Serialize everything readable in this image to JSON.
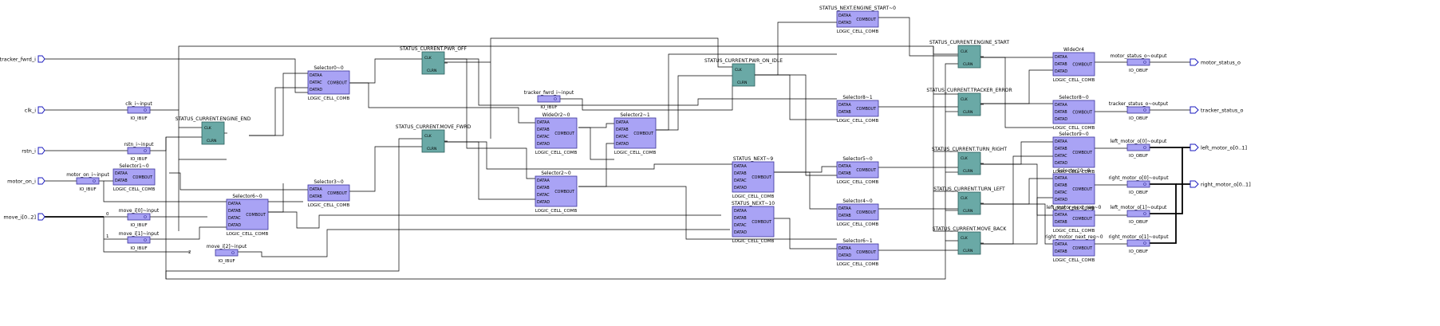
{
  "palette": {
    "logic_fill": "#a9a3f5",
    "logic_stroke": "#3a3399",
    "reg_fill": "#6aa9a6",
    "reg_stroke": "#2b5e5b",
    "wire": "#000000",
    "port_stroke": "#1b1bbf",
    "text": "#000000"
  },
  "inputs": [
    {
      "name": "tracker_fwrd_i"
    },
    {
      "name": "clk_i"
    },
    {
      "name": "rstn_i"
    },
    {
      "name": "motor_on_i"
    },
    {
      "name": "move_i[0..2]"
    }
  ],
  "outputs": [
    {
      "name": "motor_status_o"
    },
    {
      "name": "tracker_status_o"
    },
    {
      "name": "left_motor_o[0..1]"
    },
    {
      "name": "right_motor_o[0..1]"
    }
  ],
  "ibufs": [
    {
      "title": "clk_i~input",
      "type": "IO_IBUF"
    },
    {
      "title": "rstn_i~input",
      "type": "IO_IBUF"
    },
    {
      "title": "motor_on_i~input",
      "type": "IO_IBUF"
    },
    {
      "title": "move_i[0]~input",
      "type": "IO_IBUF"
    },
    {
      "title": "move_i[1]~input",
      "type": "IO_IBUF"
    },
    {
      "title": "move_i[2]~input",
      "type": "IO_IBUF"
    },
    {
      "title": "tracker_fwrd_i~input",
      "type": "IO_IBUF"
    }
  ],
  "obufs": [
    {
      "title": "motor_status_o~output",
      "type": "IO_OBUF"
    },
    {
      "title": "tracker_status_o~output",
      "type": "IO_OBUF"
    },
    {
      "title": "left_motor_o[0]~output",
      "type": "IO_OBUF"
    },
    {
      "title": "right_motor_o[0]~output",
      "type": "IO_OBUF"
    },
    {
      "title": "left_motor_o[1]~output",
      "type": "IO_OBUF"
    },
    {
      "title": "right_motor_o[1]~output",
      "type": "IO_OBUF"
    }
  ],
  "registers": [
    {
      "title": "STATUS_CURRENT.ENGINE_END",
      "pins": [
        "CLK",
        "CLRN"
      ]
    },
    {
      "title": "STATUS_CURRENT.PWR_OFF",
      "pins": [
        "CLK",
        "CLRN"
      ]
    },
    {
      "title": "STATUS_CURRENT.MOVE_FWRD",
      "pins": [
        "CLK",
        "CLRN"
      ]
    },
    {
      "title": "STATUS_CURRENT.PWR_ON_IDLE",
      "pins": [
        "CLK",
        "CLRN"
      ]
    },
    {
      "title": "STATUS_CURRENT.ENGINE_START",
      "pins": [
        "CLK",
        "CLRN"
      ]
    },
    {
      "title": "STATUS_CURRENT.TRACKER_ERROR",
      "pins": [
        "CLK",
        "CLRN"
      ]
    },
    {
      "title": "STATUS_CURRENT.TURN_RIGHT",
      "pins": [
        "CLK",
        "CLRN"
      ]
    },
    {
      "title": "STATUS_CURRENT.TURN_LEFT",
      "pins": [
        "CLK",
        "CLRN"
      ]
    },
    {
      "title": "STATUS_CURRENT.MOVE_BACK",
      "pins": [
        "CLK",
        "CLRN"
      ]
    }
  ],
  "cells": [
    {
      "title": "Selector1~0",
      "type": "LOGIC_CELL_COMB",
      "pins": [
        "DATAA",
        "DATAB"
      ],
      "out": "COMBOUT"
    },
    {
      "title": "Selector0~0",
      "type": "LOGIC_CELL_COMB",
      "pins": [
        "DATAA",
        "DATAC",
        "DATAD"
      ],
      "out": "COMBOUT"
    },
    {
      "title": "Selector6~0",
      "type": "LOGIC_CELL_COMB",
      "pins": [
        "DATAA",
        "DATAB",
        "DATAC",
        "DATAD"
      ],
      "out": "COMBOUT"
    },
    {
      "title": "Selector3~0",
      "type": "LOGIC_CELL_COMB",
      "pins": [
        "DATAA",
        "DATAB"
      ],
      "out": "COMBOUT"
    },
    {
      "title": "WideOr2~0",
      "type": "LOGIC_CELL_COMB",
      "pins": [
        "DATAA",
        "DATAB",
        "DATAC",
        "DATAD"
      ],
      "out": "COMBOUT"
    },
    {
      "title": "Selector2~0",
      "type": "LOGIC_CELL_COMB",
      "pins": [
        "DATAA",
        "DATAB",
        "DATAC",
        "DATAD"
      ],
      "out": "COMBOUT"
    },
    {
      "title": "Selector2~1",
      "type": "LOGIC_CELL_COMB",
      "pins": [
        "DATAA",
        "DATAB",
        "DATAC",
        "DATAD"
      ],
      "out": "COMBOUT"
    },
    {
      "title": "STATUS_NEXT.ENGINE_START~0",
      "type": "LOGIC_CELL_COMB",
      "pins": [
        "DATAA",
        "DATAD"
      ],
      "out": "COMBOUT"
    },
    {
      "title": "STATUS_NEXT~9",
      "type": "LOGIC_CELL_COMB",
      "pins": [
        "DATAA",
        "DATAB",
        "DATAC",
        "DATAD"
      ],
      "out": "COMBOUT"
    },
    {
      "title": "STATUS_NEXT~10",
      "type": "LOGIC_CELL_COMB",
      "pins": [
        "DATAA",
        "DATAB",
        "DATAC",
        "DATAD"
      ],
      "out": "COMBOUT"
    },
    {
      "title": "Selector8~1",
      "type": "LOGIC_CELL_COMB",
      "pins": [
        "DATAA",
        "DATAB"
      ],
      "out": "COMBOUT"
    },
    {
      "title": "Selector5~0",
      "type": "LOGIC_CELL_COMB",
      "pins": [
        "DATAA",
        "DATAB"
      ],
      "out": "COMBOUT"
    },
    {
      "title": "Selector4~0",
      "type": "LOGIC_CELL_COMB",
      "pins": [
        "DATAA",
        "DATAB"
      ],
      "out": "COMBOUT"
    },
    {
      "title": "Selector6~1",
      "type": "LOGIC_CELL_COMB",
      "pins": [
        "DATAA",
        "DATAD"
      ],
      "out": "COMBOUT"
    },
    {
      "title": "WideOr4",
      "type": "LOGIC_CELL_COMB",
      "pins": [
        "DATAA",
        "DATAB",
        "DATAD"
      ],
      "out": "COMBOUT"
    },
    {
      "title": "Selector8~0",
      "type": "LOGIC_CELL_COMB",
      "pins": [
        "DATAA",
        "DATAB",
        "DATAD"
      ],
      "out": "COMBOUT"
    },
    {
      "title": "Selector9~0",
      "type": "LOGIC_CELL_COMB",
      "pins": [
        "DATAA",
        "DATAB",
        "DATAC",
        "DATAD"
      ],
      "out": "COMBOUT"
    },
    {
      "title": "Selector10~0",
      "type": "LOGIC_CELL_COMB",
      "pins": [
        "DATAA",
        "DATAB",
        "DATAC",
        "DATAD"
      ],
      "out": "COMBOUT"
    },
    {
      "title": "left_motor_next_reg~0",
      "type": "LOGIC_CELL_COMB",
      "pins": [
        "DATAA",
        "DATAB"
      ],
      "out": "COMBOUT"
    },
    {
      "title": "right_motor_next_reg~0",
      "type": "LOGIC_CELL_COMB",
      "pins": [
        "DATAA",
        "DATAB"
      ],
      "out": "COMBOUT"
    }
  ],
  "bus_labels": [
    "0",
    "1",
    "2"
  ]
}
